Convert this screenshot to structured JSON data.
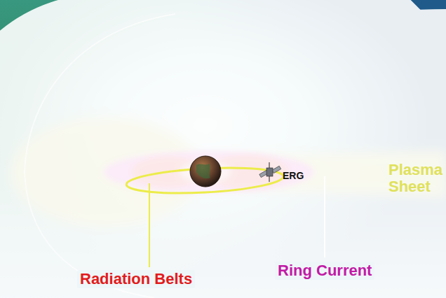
{
  "diagram": {
    "labels": [
      "Plasma Sheet",
      "ERG",
      "Radiation Belts",
      "Ring Current"
    ]
  }
}
